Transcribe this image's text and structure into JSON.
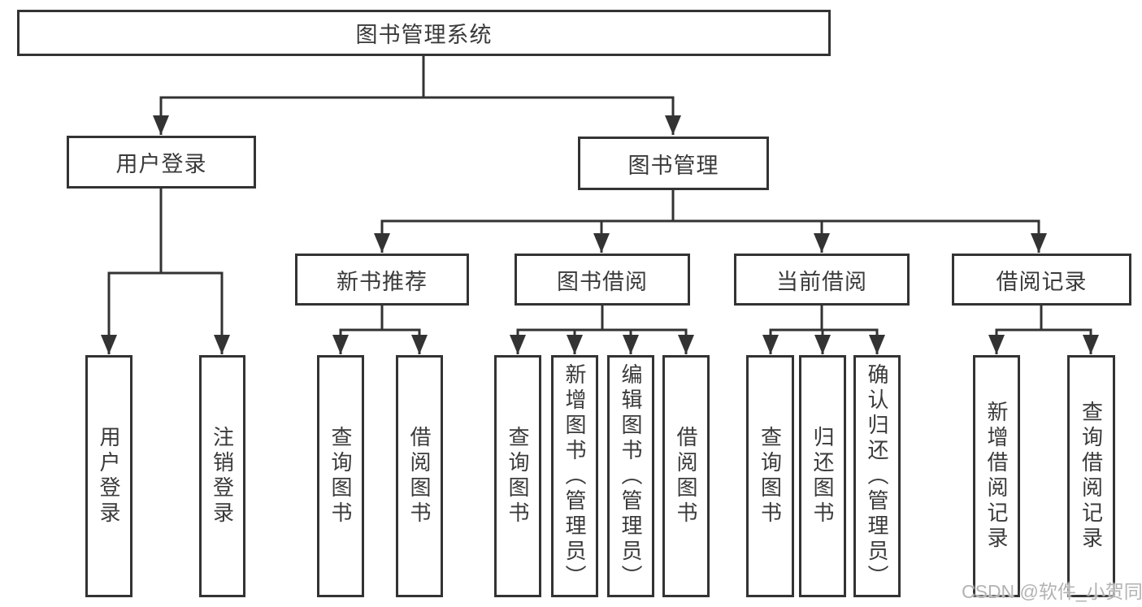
{
  "diagram": {
    "root": {
      "label": "图书管理系统"
    },
    "level2": [
      {
        "label": "用户登录"
      },
      {
        "label": "图书管理"
      }
    ],
    "level3": [
      {
        "label": "新书推荐"
      },
      {
        "label": "图书借阅"
      },
      {
        "label": "当前借阅"
      },
      {
        "label": "借阅记录"
      }
    ],
    "leaves": {
      "user_login": [
        "用户登录",
        "注销登录"
      ],
      "new_book_recommendation": [
        "查询图书",
        "借阅图书"
      ],
      "book_borrowing": [
        "查询图书",
        "新增图书（管理员）",
        "编辑图书（管理员）",
        "借阅图书"
      ],
      "current_borrowing": [
        "查询图书",
        "归还图书",
        "确认归还（管理员）"
      ],
      "borrowing_records": [
        "新增借阅记录",
        "查询借阅记录"
      ]
    }
  },
  "watermark": {
    "text": "CSDN @软件_小贺同学"
  },
  "colors": {
    "line": "#333333",
    "text": "#3a3a3a",
    "watermark": "#b3b3b3",
    "background": "#ffffff"
  }
}
